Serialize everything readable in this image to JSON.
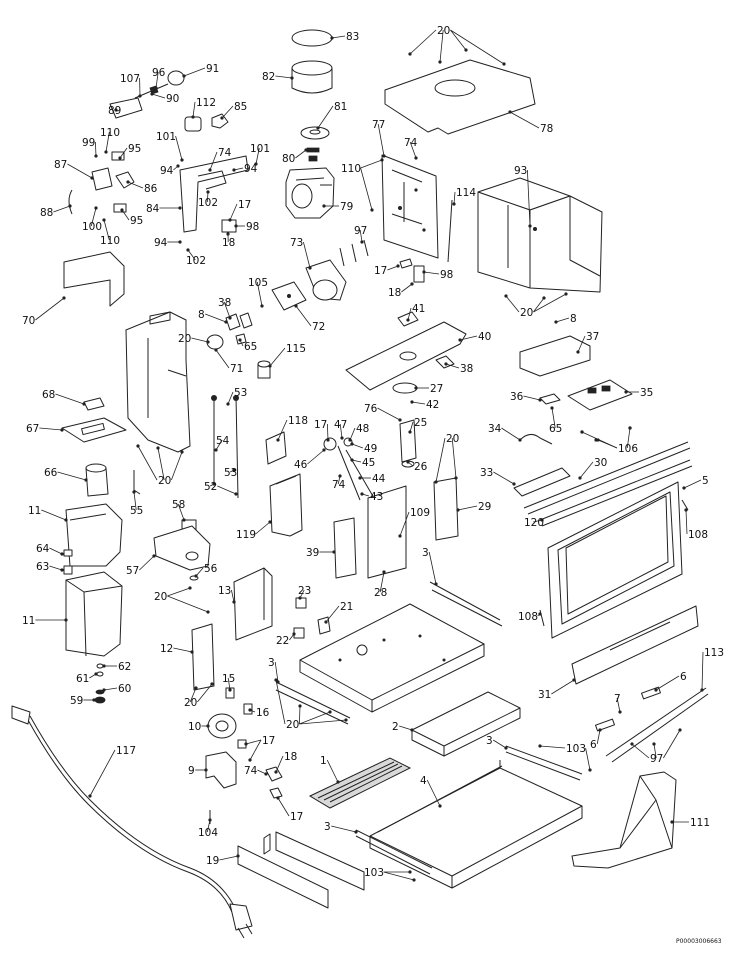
{
  "diagram_code": "P00003006663",
  "labels": [
    "1",
    "2",
    "3",
    "4",
    "5",
    "6",
    "7",
    "8",
    "9",
    "10",
    "11",
    "12",
    "13",
    "15",
    "16",
    "17",
    "18",
    "19",
    "20",
    "21",
    "22",
    "23",
    "25",
    "26",
    "27",
    "28",
    "29",
    "30",
    "31",
    "33",
    "34",
    "35",
    "36",
    "37",
    "38",
    "39",
    "40",
    "41",
    "42",
    "43",
    "44",
    "45",
    "46",
    "47",
    "48",
    "49",
    "52",
    "53",
    "54",
    "55",
    "56",
    "57",
    "58",
    "59",
    "60",
    "61",
    "62",
    "63",
    "64",
    "65",
    "66",
    "67",
    "68",
    "70",
    "71",
    "72",
    "73",
    "74",
    "76",
    "77",
    "78",
    "79",
    "80",
    "81",
    "82",
    "83",
    "84",
    "85",
    "86",
    "87",
    "88",
    "89",
    "90",
    "91",
    "93",
    "94",
    "95",
    "96",
    "97",
    "98",
    "99",
    "100",
    "101",
    "102",
    "103",
    "104",
    "105",
    "106",
    "107",
    "108",
    "109",
    "110",
    "111",
    "112",
    "113",
    "114",
    "115",
    "117",
    "118",
    "119",
    "120"
  ]
}
